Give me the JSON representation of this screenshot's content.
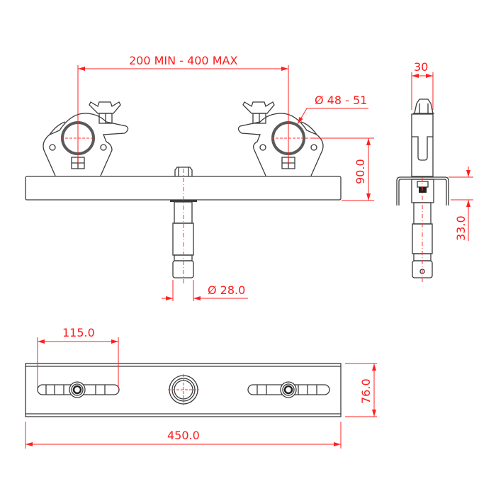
{
  "drawing": {
    "colors": {
      "line": "#3a3a3a",
      "dimension": "#ff2020",
      "background": "#ffffff"
    },
    "front_view": {
      "span_dimension": "200 MIN - 400 MAX",
      "tube_diameter": "Ø 48 - 51",
      "height_dimension": "90.0",
      "spigot_diameter": "Ø 28.0"
    },
    "side_view": {
      "width_dimension": "30",
      "offset_dimension": "33.0"
    },
    "top_view": {
      "slot_length_dimension": "115.0",
      "plate_width_dimension": "76.0",
      "plate_length_dimension": "450.0"
    }
  }
}
